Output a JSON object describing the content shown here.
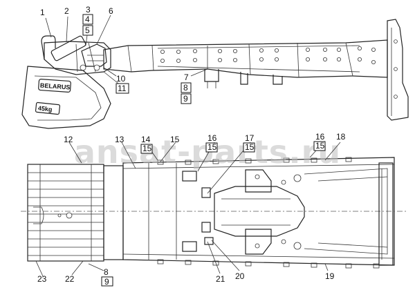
{
  "diagram": {
    "watermark": "ansat-parts.ru",
    "weight_plate": {
      "brand": "BELARUS",
      "weight": "45kg"
    },
    "callouts_top": [
      "1",
      "2",
      "3",
      "4",
      "5",
      "6",
      "7",
      "8",
      "9",
      "10",
      "11"
    ],
    "callouts_bottom": [
      "12",
      "13",
      "14",
      "15",
      "15",
      "16",
      "16",
      "15",
      "17",
      "15",
      "18",
      "19",
      "20",
      "21",
      "22",
      "23",
      "8",
      "9"
    ],
    "labels": {
      "c1": "1",
      "c2": "2",
      "c3": "3",
      "c4": "4",
      "c5": "5",
      "c6": "6",
      "c7": "7",
      "c8a": "8",
      "c9a": "9",
      "c10": "10",
      "c11": "11",
      "c12": "12",
      "c13": "13",
      "c14": "14",
      "c15a": "15",
      "c15b": "15",
      "c16a": "16",
      "c15c": "15",
      "c17": "17",
      "c15d": "15",
      "c16b": "16",
      "c15e": "15",
      "c18": "18",
      "c19": "19",
      "c20": "20",
      "c21": "21",
      "c22": "22",
      "c23": "23",
      "c8b": "8",
      "c9b": "9"
    }
  }
}
